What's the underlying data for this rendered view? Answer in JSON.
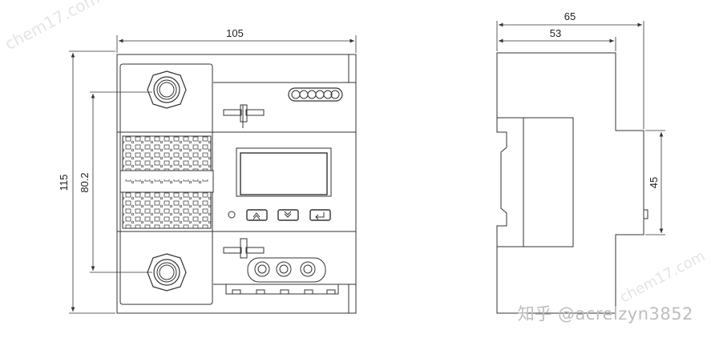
{
  "front_view": {
    "width_label": "105",
    "height_label": "115",
    "terminal_spacing_label": "80.2",
    "buttons": [
      {
        "name": "up-button",
        "icon": "chevron-up-icon",
        "glyph": "︽"
      },
      {
        "name": "down-button",
        "icon": "chevron-down-icon",
        "glyph": "︾"
      },
      {
        "name": "enter-button",
        "icon": "enter-return-icon",
        "glyph": "↵"
      }
    ]
  },
  "side_view": {
    "overall_depth_label": "65",
    "body_depth_label": "53",
    "rail_height_label": "45"
  },
  "watermarks": {
    "credit": "知乎 @acrelzyn3852",
    "faint_text": "chem17.com"
  }
}
